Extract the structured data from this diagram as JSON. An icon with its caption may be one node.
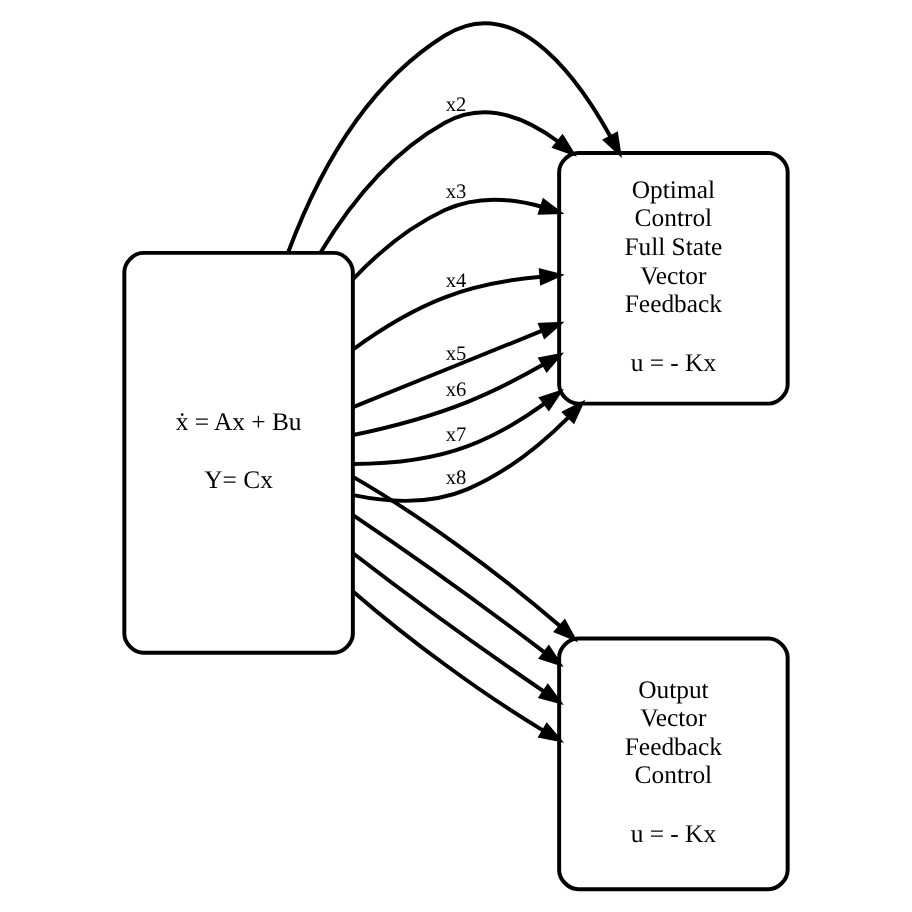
{
  "diagram": {
    "nodes": [
      {
        "text": [
          "ẋ = Ax + Bu",
          "Y= Cx"
        ]
      },
      {
        "text": [
          "Optimal Control Full State Vector Feedback",
          "u = - Kx"
        ]
      },
      {
        "text": [
          "Output Vector Feedback Control",
          "u = - Kx"
        ]
      }
    ],
    "edges": [
      {
        "from": 0,
        "to": 1,
        "arrow": "to"
      },
      {
        "from": 0,
        "to": 1,
        "arrow": "to",
        "label": "x2"
      },
      {
        "from": 0,
        "to": 1,
        "arrow": "to",
        "label": "x3"
      },
      {
        "from": 0,
        "to": 1,
        "arrow": "to",
        "label": "x4"
      },
      {
        "from": 0,
        "to": 1,
        "arrow": "to",
        "label": "x5"
      },
      {
        "from": 0,
        "to": 1,
        "arrow": "to",
        "label": "x6"
      },
      {
        "from": 0,
        "to": 1,
        "arrow": "to",
        "label": "x7"
      },
      {
        "from": 0,
        "to": 1,
        "arrow": "to",
        "label": "x8"
      },
      {
        "from": 0,
        "to": 2,
        "arrow": "to"
      },
      {
        "from": 0,
        "to": 2,
        "arrow": "to"
      },
      {
        "from": 0,
        "to": 2,
        "arrow": "to"
      },
      {
        "from": 0,
        "to": 2,
        "arrow": "to"
      }
    ]
  }
}
